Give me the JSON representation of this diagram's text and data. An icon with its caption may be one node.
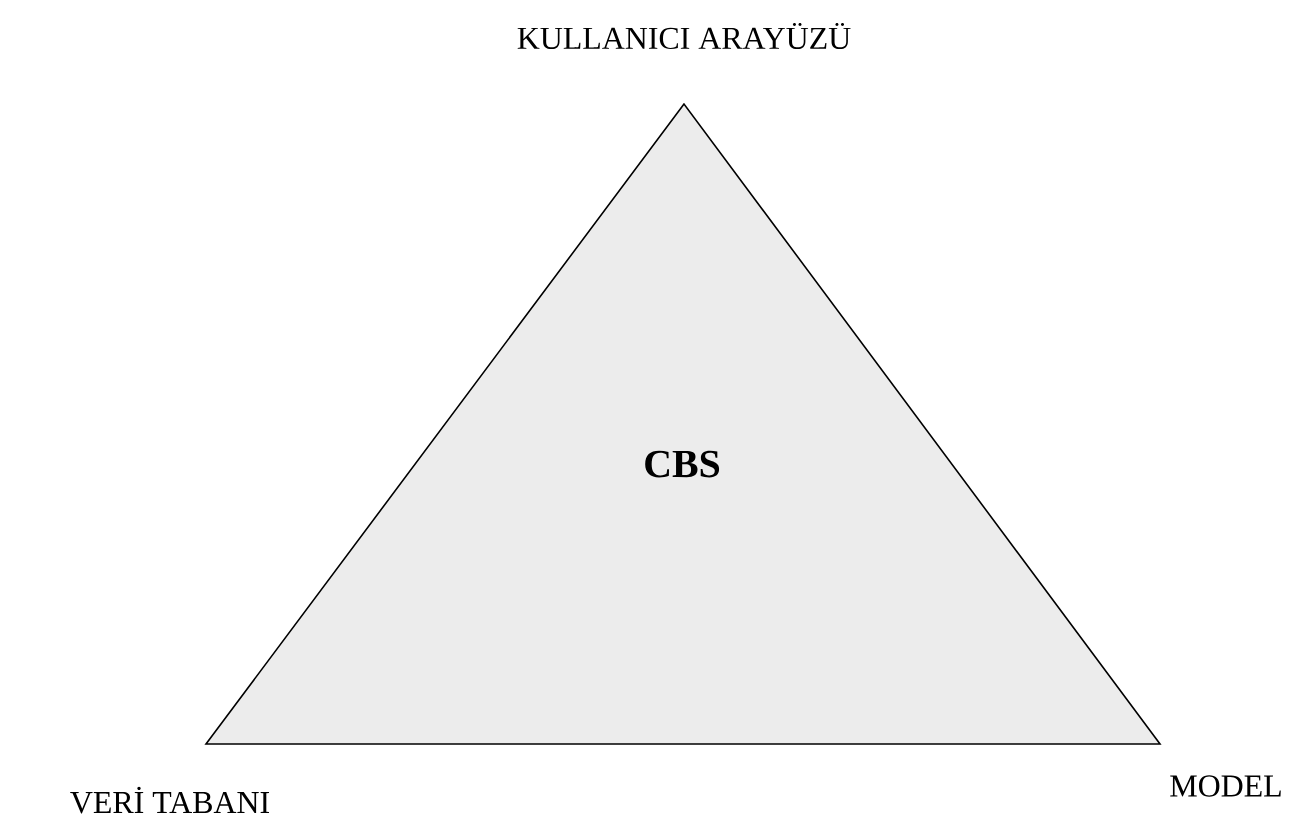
{
  "diagram": {
    "nodes": [
      {
        "text": [
          "CBS"
        ]
      }
    ],
    "labels": [
      "KULLANICI ARAYÜZÜ",
      "VERİ TABANI",
      "MODEL"
    ]
  }
}
